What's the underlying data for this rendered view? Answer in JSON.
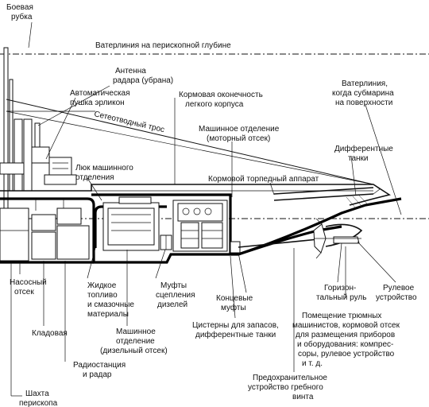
{
  "labels": {
    "conning_tower": [
      "Боевая",
      "рубка"
    ],
    "periscope_waterline": "Ватерлиния на перископной глубине",
    "radar_antenna": [
      "Антенна",
      "радара (убрана)"
    ],
    "oerlikon": [
      "Автоматическая",
      "пушка эрликон"
    ],
    "aft_light_hull": [
      "Кормовая оконечность",
      "легкого корпуса"
    ],
    "surface_waterline": [
      "Ватерлиния,",
      "когда субмарина",
      "на поверхности"
    ],
    "net_cable": "Сетеотводный трос",
    "engine_room_motor": [
      "Машинное отделение",
      "(моторный отсек)"
    ],
    "trim_tanks": [
      "Дифферентные",
      "танки"
    ],
    "engine_hatch": [
      "Люк машинного",
      "отделения"
    ],
    "aft_torpedo": "Кормовой торпедный аппарат",
    "pump_room": [
      "Насосный",
      "отсек"
    ],
    "fuel_oil": [
      "Жидкое",
      "топливо",
      "и смазочные",
      "материалы"
    ],
    "diesel_clutch": [
      "Муфты",
      "сцепления",
      "дизелей"
    ],
    "end_couplings": [
      "Концевые",
      "муфты"
    ],
    "horizontal_rudder": [
      "Горизон-",
      "тальный руль"
    ],
    "rudder_gear": [
      "Рулевое",
      "устройство"
    ],
    "storeroom": "Кладовая",
    "engine_room_diesel": [
      "Машинное",
      "отделение",
      "(дизельный отсек)"
    ],
    "reserve_tanks": [
      "Цистерны для запасов,",
      "дифферентные танки"
    ],
    "hold_machinery": [
      "Помещение трюмных",
      "машинистов, кормовой отсек",
      "для размещения приборов",
      "и оборудования: компрес-",
      "соры, рулевое устройство",
      "и т. д."
    ],
    "radio_radar": [
      "Радиостанция",
      "и радар"
    ],
    "prop_guard": [
      "Предохранительное",
      "устройство гребного",
      "винта"
    ],
    "periscope_shaft": [
      "Шахта",
      "перископа"
    ]
  }
}
